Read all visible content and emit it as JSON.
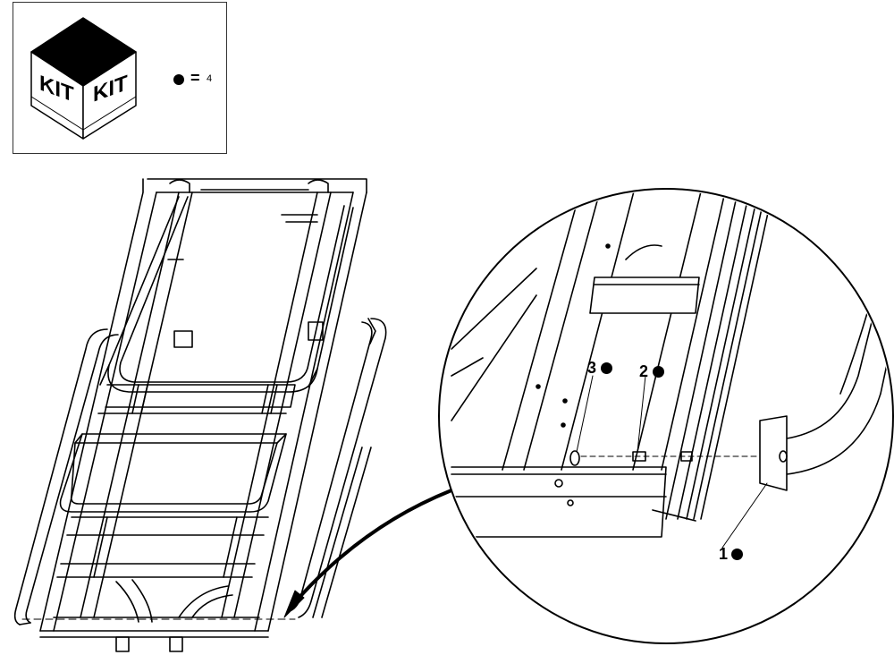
{
  "kit_box": {
    "face_left_text": "KIT",
    "face_right_text": "KIT",
    "quantity_symbol": "=",
    "quantity_value": "4"
  },
  "callouts": [
    {
      "number": "3"
    },
    {
      "number": "2"
    },
    {
      "number": "1"
    }
  ],
  "colors": {
    "line": "#000000",
    "background": "#ffffff",
    "box_top": "#000000"
  }
}
